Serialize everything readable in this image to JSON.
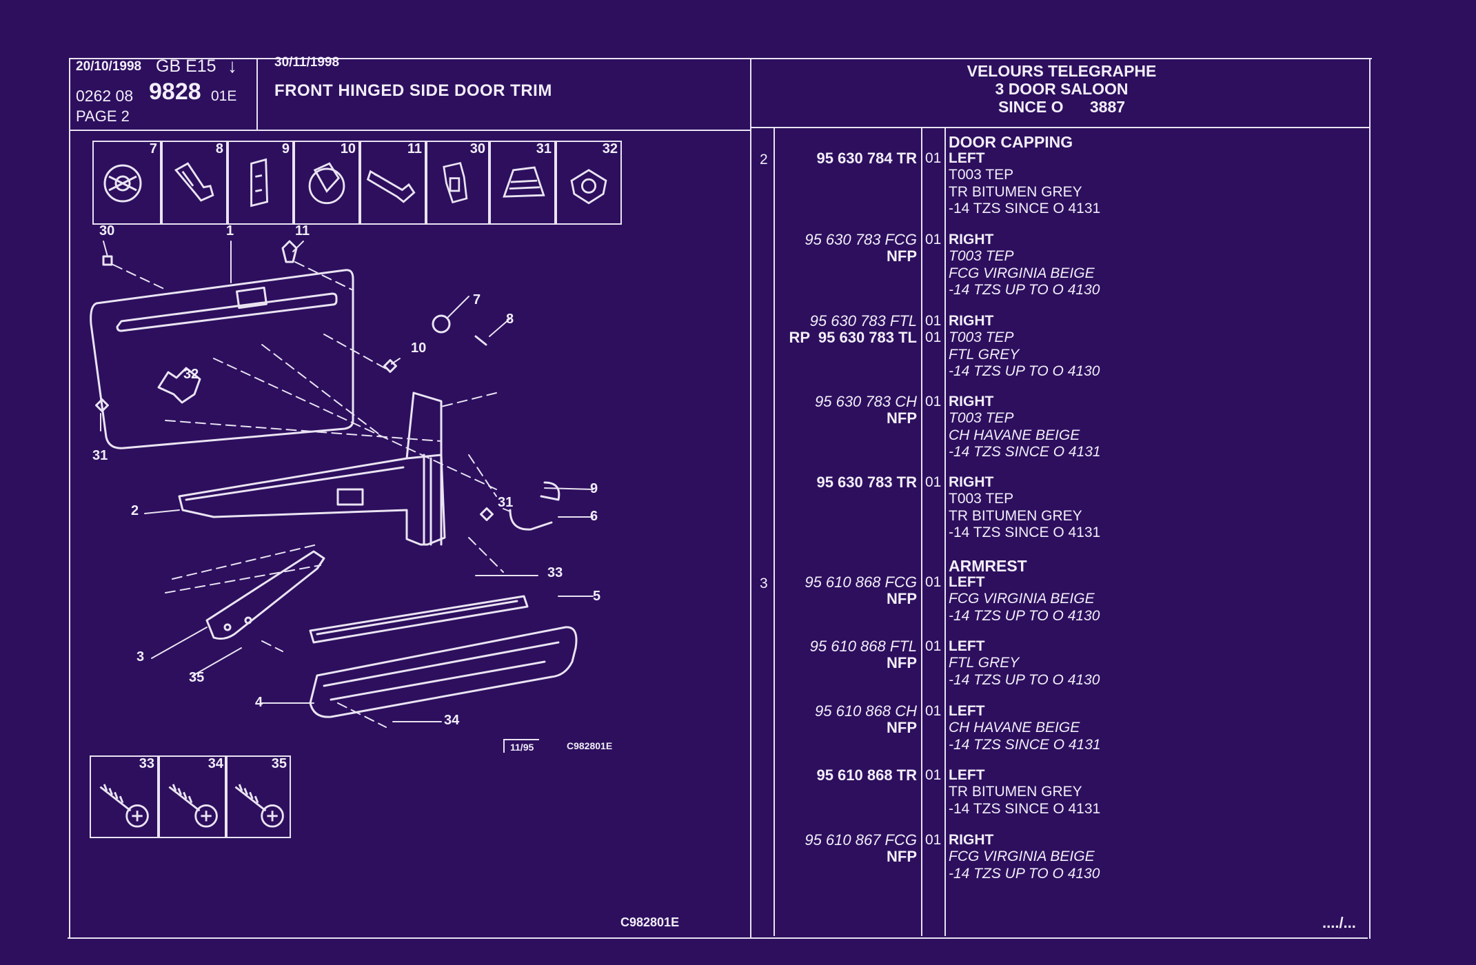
{
  "header": {
    "date1": "20/10/1998",
    "code1": "GB E15",
    "ref_prefix": "0262 08",
    "ref_main": "9828",
    "ref_suffix": "01E",
    "page": "PAGE 2",
    "date2": "30/11/1998",
    "title": "FRONT HINGED SIDE DOOR TRIM",
    "model_line1": "VELOURS TELEGRAPHE",
    "model_line2": "3 DOOR SALOON",
    "model_line3": "SINCE O      3887"
  },
  "icons": [
    {
      "num": "7",
      "name": "washer-clip"
    },
    {
      "num": "8",
      "name": "push-pin"
    },
    {
      "num": "9",
      "name": "bracket-clip"
    },
    {
      "num": "10",
      "name": "retaining-clip"
    },
    {
      "num": "11",
      "name": "plug-clip"
    },
    {
      "num": "30",
      "name": "fastener-clip"
    },
    {
      "num": "31",
      "name": "spring-clip"
    },
    {
      "num": "32",
      "name": "cap-nut"
    }
  ],
  "screws": [
    {
      "num": "33"
    },
    {
      "num": "34"
    },
    {
      "num": "35"
    }
  ],
  "diagram": {
    "labels": [
      "30",
      "1",
      "11",
      "7",
      "8",
      "10",
      "32",
      "31",
      "2",
      "9",
      "6",
      "31",
      "33",
      "5",
      "3",
      "35",
      "4",
      "34"
    ],
    "stamp_date": "11/95",
    "stamp_code": "C982801E",
    "footer_code": "C982801E"
  },
  "groups": [
    {
      "title": "DOOR CAPPING"
    },
    {
      "title": "ARMREST"
    }
  ],
  "rows": [
    {
      "item": "2",
      "ref_lines": [
        "95 630 784 TR"
      ],
      "ref_style": "bd",
      "qty": [
        "01"
      ],
      "desc": [
        "LEFT",
        "T003 TEP",
        "TR BITUMEN GREY",
        "-14 TZS SINCE O 4131"
      ],
      "italic": false
    },
    {
      "item": "",
      "ref_lines": [
        "95 630 783 FCG",
        "NFP"
      ],
      "ref_style": "it",
      "qty": [
        "01"
      ],
      "desc": [
        "RIGHT",
        "T003 TEP",
        "FCG VIRGINIA BEIGE",
        "-14 TZS UP TO O 4130"
      ],
      "italic": true
    },
    {
      "item": "",
      "ref_lines": [
        "95 630 783 FTL",
        "RP  95 630 783 TL"
      ],
      "ref_style": "mixed",
      "qty": [
        "01",
        "01"
      ],
      "desc": [
        "RIGHT",
        "T003 TEP",
        "FTL GREY",
        "-14 TZS UP TO O 4130"
      ],
      "italic": true
    },
    {
      "item": "",
      "ref_lines": [
        "95 630 783 CH",
        "NFP"
      ],
      "ref_style": "it",
      "qty": [
        "01"
      ],
      "desc": [
        "RIGHT",
        "T003 TEP",
        "CH HAVANE BEIGE",
        "-14 TZS SINCE O 4131"
      ],
      "italic": true
    },
    {
      "item": "",
      "ref_lines": [
        "95 630 783 TR"
      ],
      "ref_style": "bd",
      "qty": [
        "01"
      ],
      "desc": [
        "RIGHT",
        "T003 TEP",
        "TR BITUMEN GREY",
        "-14 TZS SINCE O 4131"
      ],
      "italic": false
    },
    {
      "item": "3",
      "ref_lines": [
        "95 610 868 FCG",
        "NFP"
      ],
      "ref_style": "it",
      "qty": [
        "01"
      ],
      "desc": [
        "LEFT",
        "FCG VIRGINIA BEIGE",
        "-14 TZS UP TO O 4130"
      ],
      "italic": true
    },
    {
      "item": "",
      "ref_lines": [
        "95 610 868 FTL",
        "NFP"
      ],
      "ref_style": "it",
      "qty": [
        "01"
      ],
      "desc": [
        "LEFT",
        "FTL GREY",
        "-14 TZS UP TO O 4130"
      ],
      "italic": true
    },
    {
      "item": "",
      "ref_lines": [
        "95 610 868 CH",
        "NFP"
      ],
      "ref_style": "it",
      "qty": [
        "01"
      ],
      "desc": [
        "LEFT",
        "CH HAVANE BEIGE",
        "-14 TZS SINCE O 4131"
      ],
      "italic": true
    },
    {
      "item": "",
      "ref_lines": [
        "95 610 868 TR"
      ],
      "ref_style": "bd",
      "qty": [
        "01"
      ],
      "desc": [
        "LEFT",
        "TR BITUMEN GREY",
        "-14 TZS SINCE O 4131"
      ],
      "italic": false
    },
    {
      "item": "",
      "ref_lines": [
        "95 610 867 FCG",
        "NFP"
      ],
      "ref_style": "it",
      "qty": [
        "01"
      ],
      "desc": [
        "RIGHT",
        "FCG VIRGINIA BEIGE",
        "-14 TZS UP TO O 4130"
      ],
      "italic": true
    }
  ],
  "continuation": "..../...",
  "colors": {
    "background": "#2d0f5e",
    "ink": "#f2eef8"
  }
}
